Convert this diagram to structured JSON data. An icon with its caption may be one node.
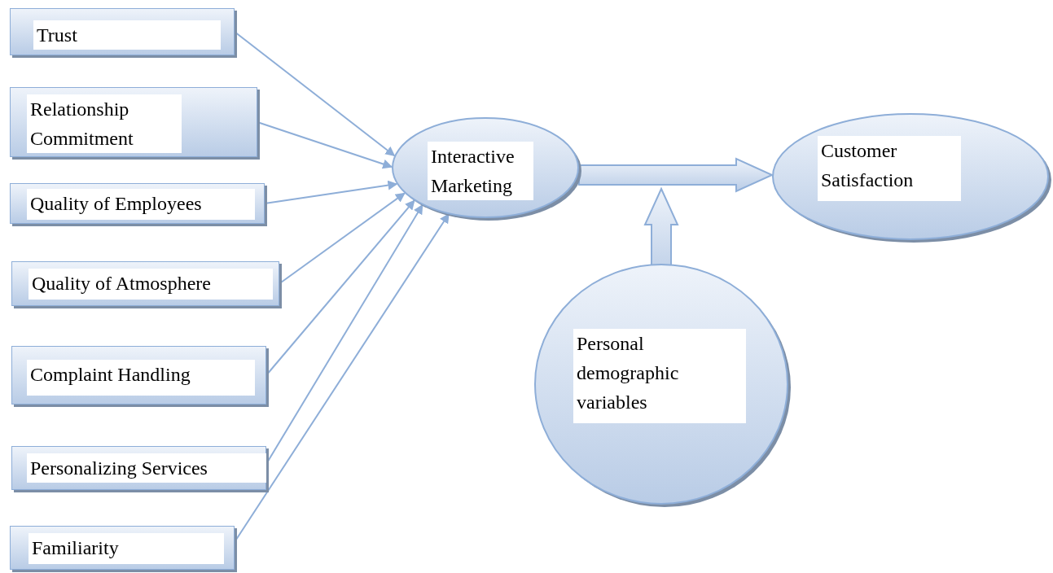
{
  "diagram": {
    "nodes": [
      {
        "text": [
          "Trust"
        ]
      },
      {
        "text": [
          "Relationship Commitment"
        ]
      },
      {
        "text": [
          "Quality of Employees"
        ]
      },
      {
        "text": [
          "Quality of Atmosphere"
        ]
      },
      {
        "text": [
          "Complaint Handling"
        ]
      },
      {
        "text": [
          "Personalizing Services"
        ]
      },
      {
        "text": [
          "Familiarity"
        ]
      },
      {
        "text": [
          "Interactive Marketing"
        ]
      },
      {
        "text": [
          "Customer Satisfaction"
        ]
      },
      {
        "text": [
          "Personal demographic variables"
        ]
      }
    ],
    "edges": [
      {
        "from": 0,
        "to": 7,
        "arrow": "to"
      },
      {
        "from": 1,
        "to": 7,
        "arrow": "to"
      },
      {
        "from": 2,
        "to": 7,
        "arrow": "to"
      },
      {
        "from": 3,
        "to": 7,
        "arrow": "to"
      },
      {
        "from": 4,
        "to": 7,
        "arrow": "to"
      },
      {
        "from": 5,
        "to": 7,
        "arrow": "to"
      },
      {
        "from": 6,
        "to": 7,
        "arrow": "to"
      },
      {
        "from": 7,
        "to": 8,
        "arrow": "to",
        "style": "thick"
      },
      {
        "from": 9,
        "to": null,
        "arrow": "to",
        "style": "thick"
      }
    ]
  }
}
